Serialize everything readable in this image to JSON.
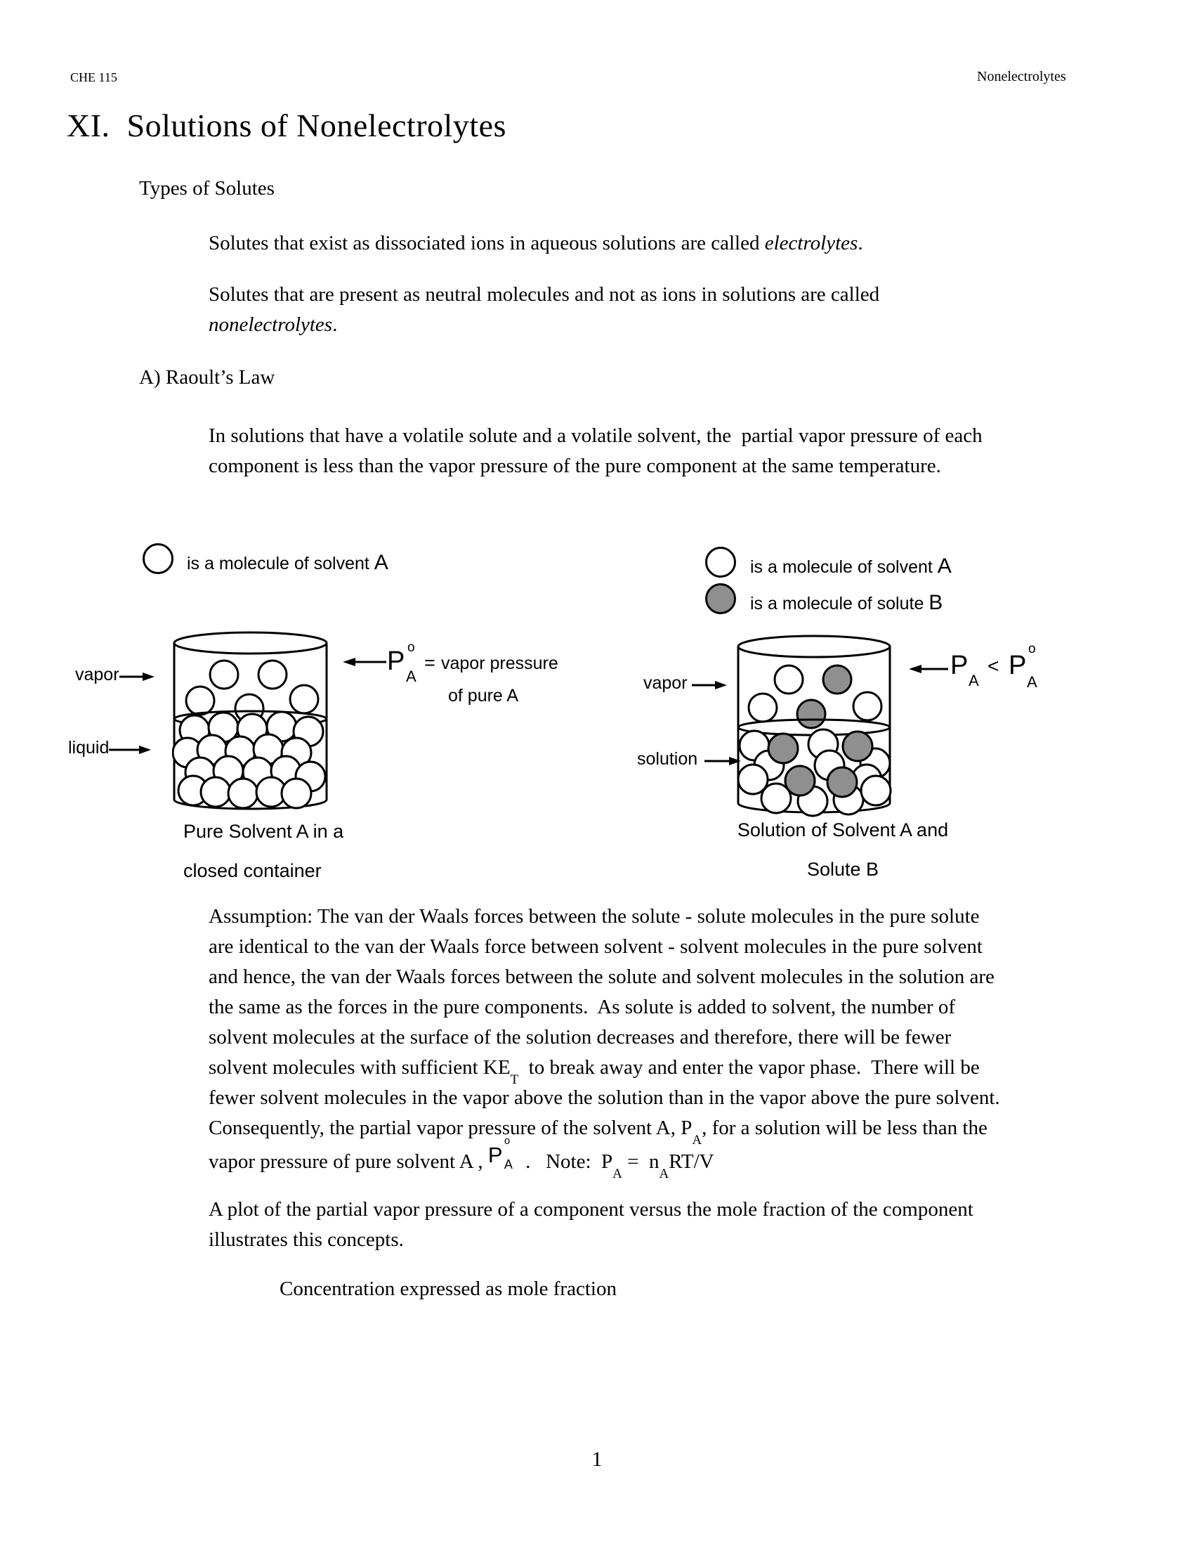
{
  "header": {
    "left": "CHE 115",
    "right": "Nonelectrolytes"
  },
  "title": "XI.  Solutions of Nonelectrolytes",
  "sections": {
    "types": {
      "heading": "Types of Solutes",
      "p1_normal": "Solutes that exist as dissociated ions in aqueous solutions are called ",
      "p1_italic": "electrolytes",
      "p1_end": ".",
      "p2_line1": "Solutes that are present as neutral molecules and not as ions in solutions are called",
      "p2_italic": "nonelectrolytes",
      "p2_end": "."
    },
    "raoult": {
      "heading": "A) Raoult’s Law",
      "p_line1": "In solutions that have a volatile solute and a volatile solvent, the  partial vapor pressure of each",
      "p_line2": "component is less than the vapor pressure of the pure component at the same temperature."
    }
  },
  "diagram": {
    "left": {
      "legend_solvent": "is a molecule of solvent ",
      "legend_solvent_sym": "A",
      "vapor_label": "vapor",
      "liquid_label": "liquid",
      "formula_P": "P",
      "formula_sup": "o",
      "formula_sub": "A",
      "formula_eq": "=",
      "formula_text1": "vapor pressure",
      "formula_text2": "of pure A",
      "caption_line1": "Pure Solvent A in a",
      "caption_line2": "closed container"
    },
    "right": {
      "legend_solvent": "is a molecule of solvent ",
      "legend_solvent_sym": "A",
      "legend_solute": "is a molecule of solute ",
      "legend_solute_sym": "B",
      "vapor_label": "vapor",
      "solution_label": "solution",
      "formula_P1": "P",
      "formula_P1_sub": "A",
      "formula_lt": "<",
      "formula_P2": "P",
      "formula_P2_sup": "o",
      "formula_P2_sub": "A",
      "caption_line1": "Solution of Solvent A and",
      "caption_line2": "Solute B"
    }
  },
  "assumption": {
    "line1": "Assumption: The van der Waals forces between the solute - solute molecules in the pure solute",
    "line2": "are identical to the van der Waals force between solvent - solvent molecules in the pure solvent",
    "line3": "and hence, the van der Waals forces between the solute and solvent molecules in the solution are",
    "line4": "the same as the forces in the pure components.  As solute is added to solvent, the number of",
    "line5": "solvent molecules at the surface of the solution decreases and therefore, there will be fewer",
    "line6_pre": "solvent molecules with sufficient KE",
    "line6_sub": "T",
    "line6_post": "  to break away and enter the vapor phase.  There will be",
    "line7": "fewer solvent molecules in the vapor above the solution than in the vapor above the pure solvent.",
    "line8_pre": "Consequently, the partial vapor pressure of the solvent A, P",
    "line8_sub": "A",
    "line8_post": ", for a solution will be less than the",
    "line9_pre": "vapor pressure of pure solvent A , ",
    "line9_P": "P",
    "line9_sup": "o",
    "line9_sub": "A",
    "line9_mid": " .   Note:  P",
    "line9_sub2": "A",
    "line9_mid2": " =  n",
    "line9_sub3": "A",
    "line9_post": "RT/V"
  },
  "plot": {
    "line1": "A plot of the partial vapor pressure of a component versus the mole fraction of the component",
    "line2": "illustrates this concepts."
  },
  "concentration": "Concentration expressed as mole fraction",
  "page": {
    "number": "1"
  },
  "colors": {
    "solute-gray": "#8f8f8f",
    "ink": "#000000",
    "paper": "#ffffff"
  }
}
